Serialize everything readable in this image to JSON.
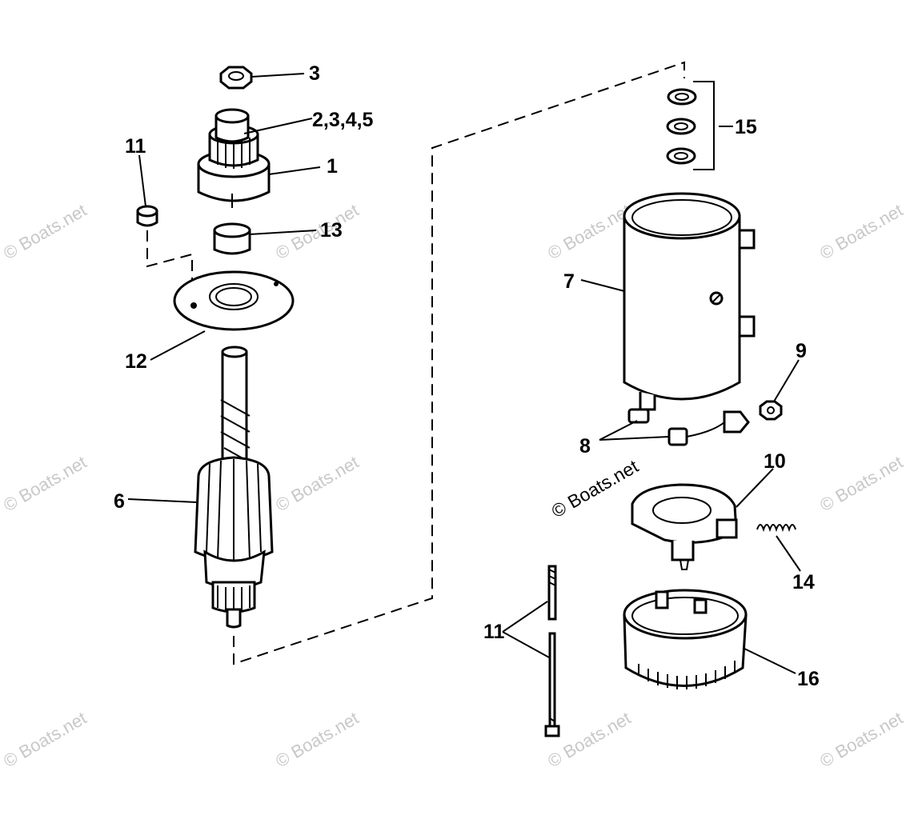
{
  "watermark": "© Boats.net",
  "callouts": {
    "c1": "1",
    "c2345": "2,3,4,5",
    "c3": "3",
    "c6": "6",
    "c7": "7",
    "c8": "8",
    "c9": "9",
    "c10": "10",
    "c11_left": "11",
    "c11_bottom": "11",
    "c12": "12",
    "c13": "13",
    "c14": "14",
    "c15": "15",
    "c16": "16"
  }
}
